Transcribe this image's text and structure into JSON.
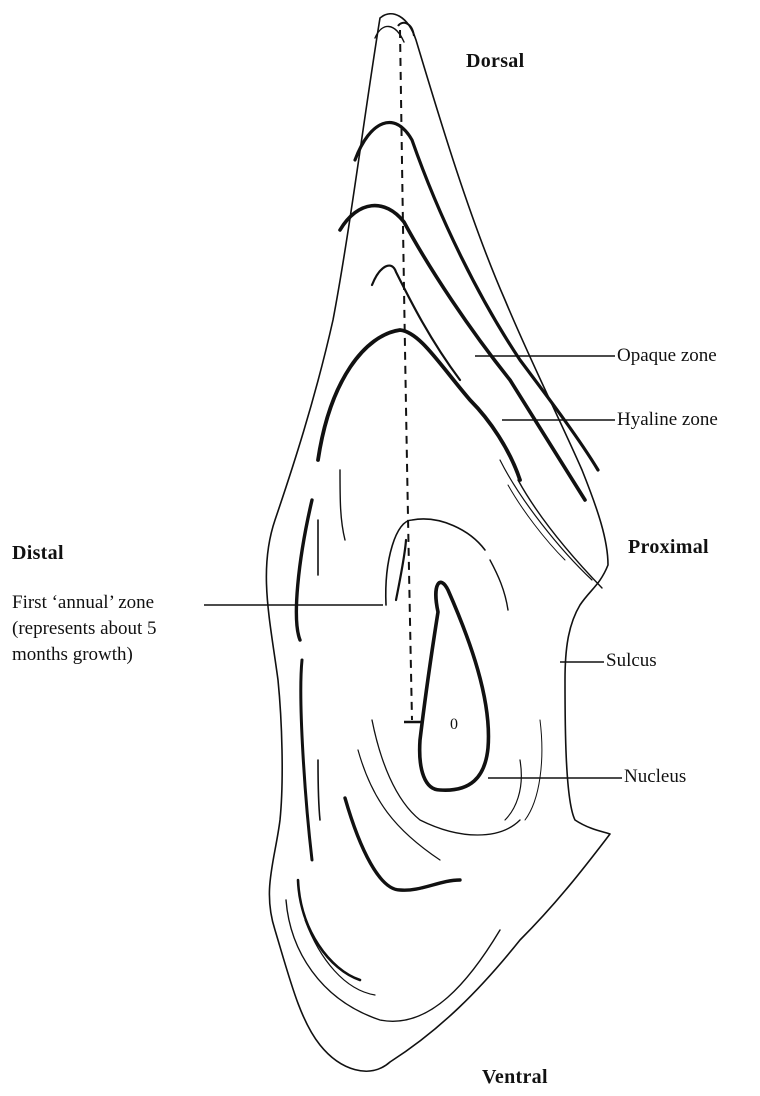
{
  "diagram": {
    "orientation": {
      "dorsal": "Dorsal",
      "ventral": "Ventral",
      "distal": "Distal",
      "proximal": "Proximal"
    },
    "annotations": {
      "opaque_zone": "Opaque zone",
      "hyaline_zone": "Hyaline zone",
      "first_annual_zone": "First ‘annual’ zone\n(represents about 5\nmonths growth)",
      "sulcus": "Sulcus",
      "nucleus": "Nucleus"
    },
    "nucleus_mark": "0",
    "colors": {
      "ink": "#111111",
      "background": "#ffffff"
    }
  }
}
